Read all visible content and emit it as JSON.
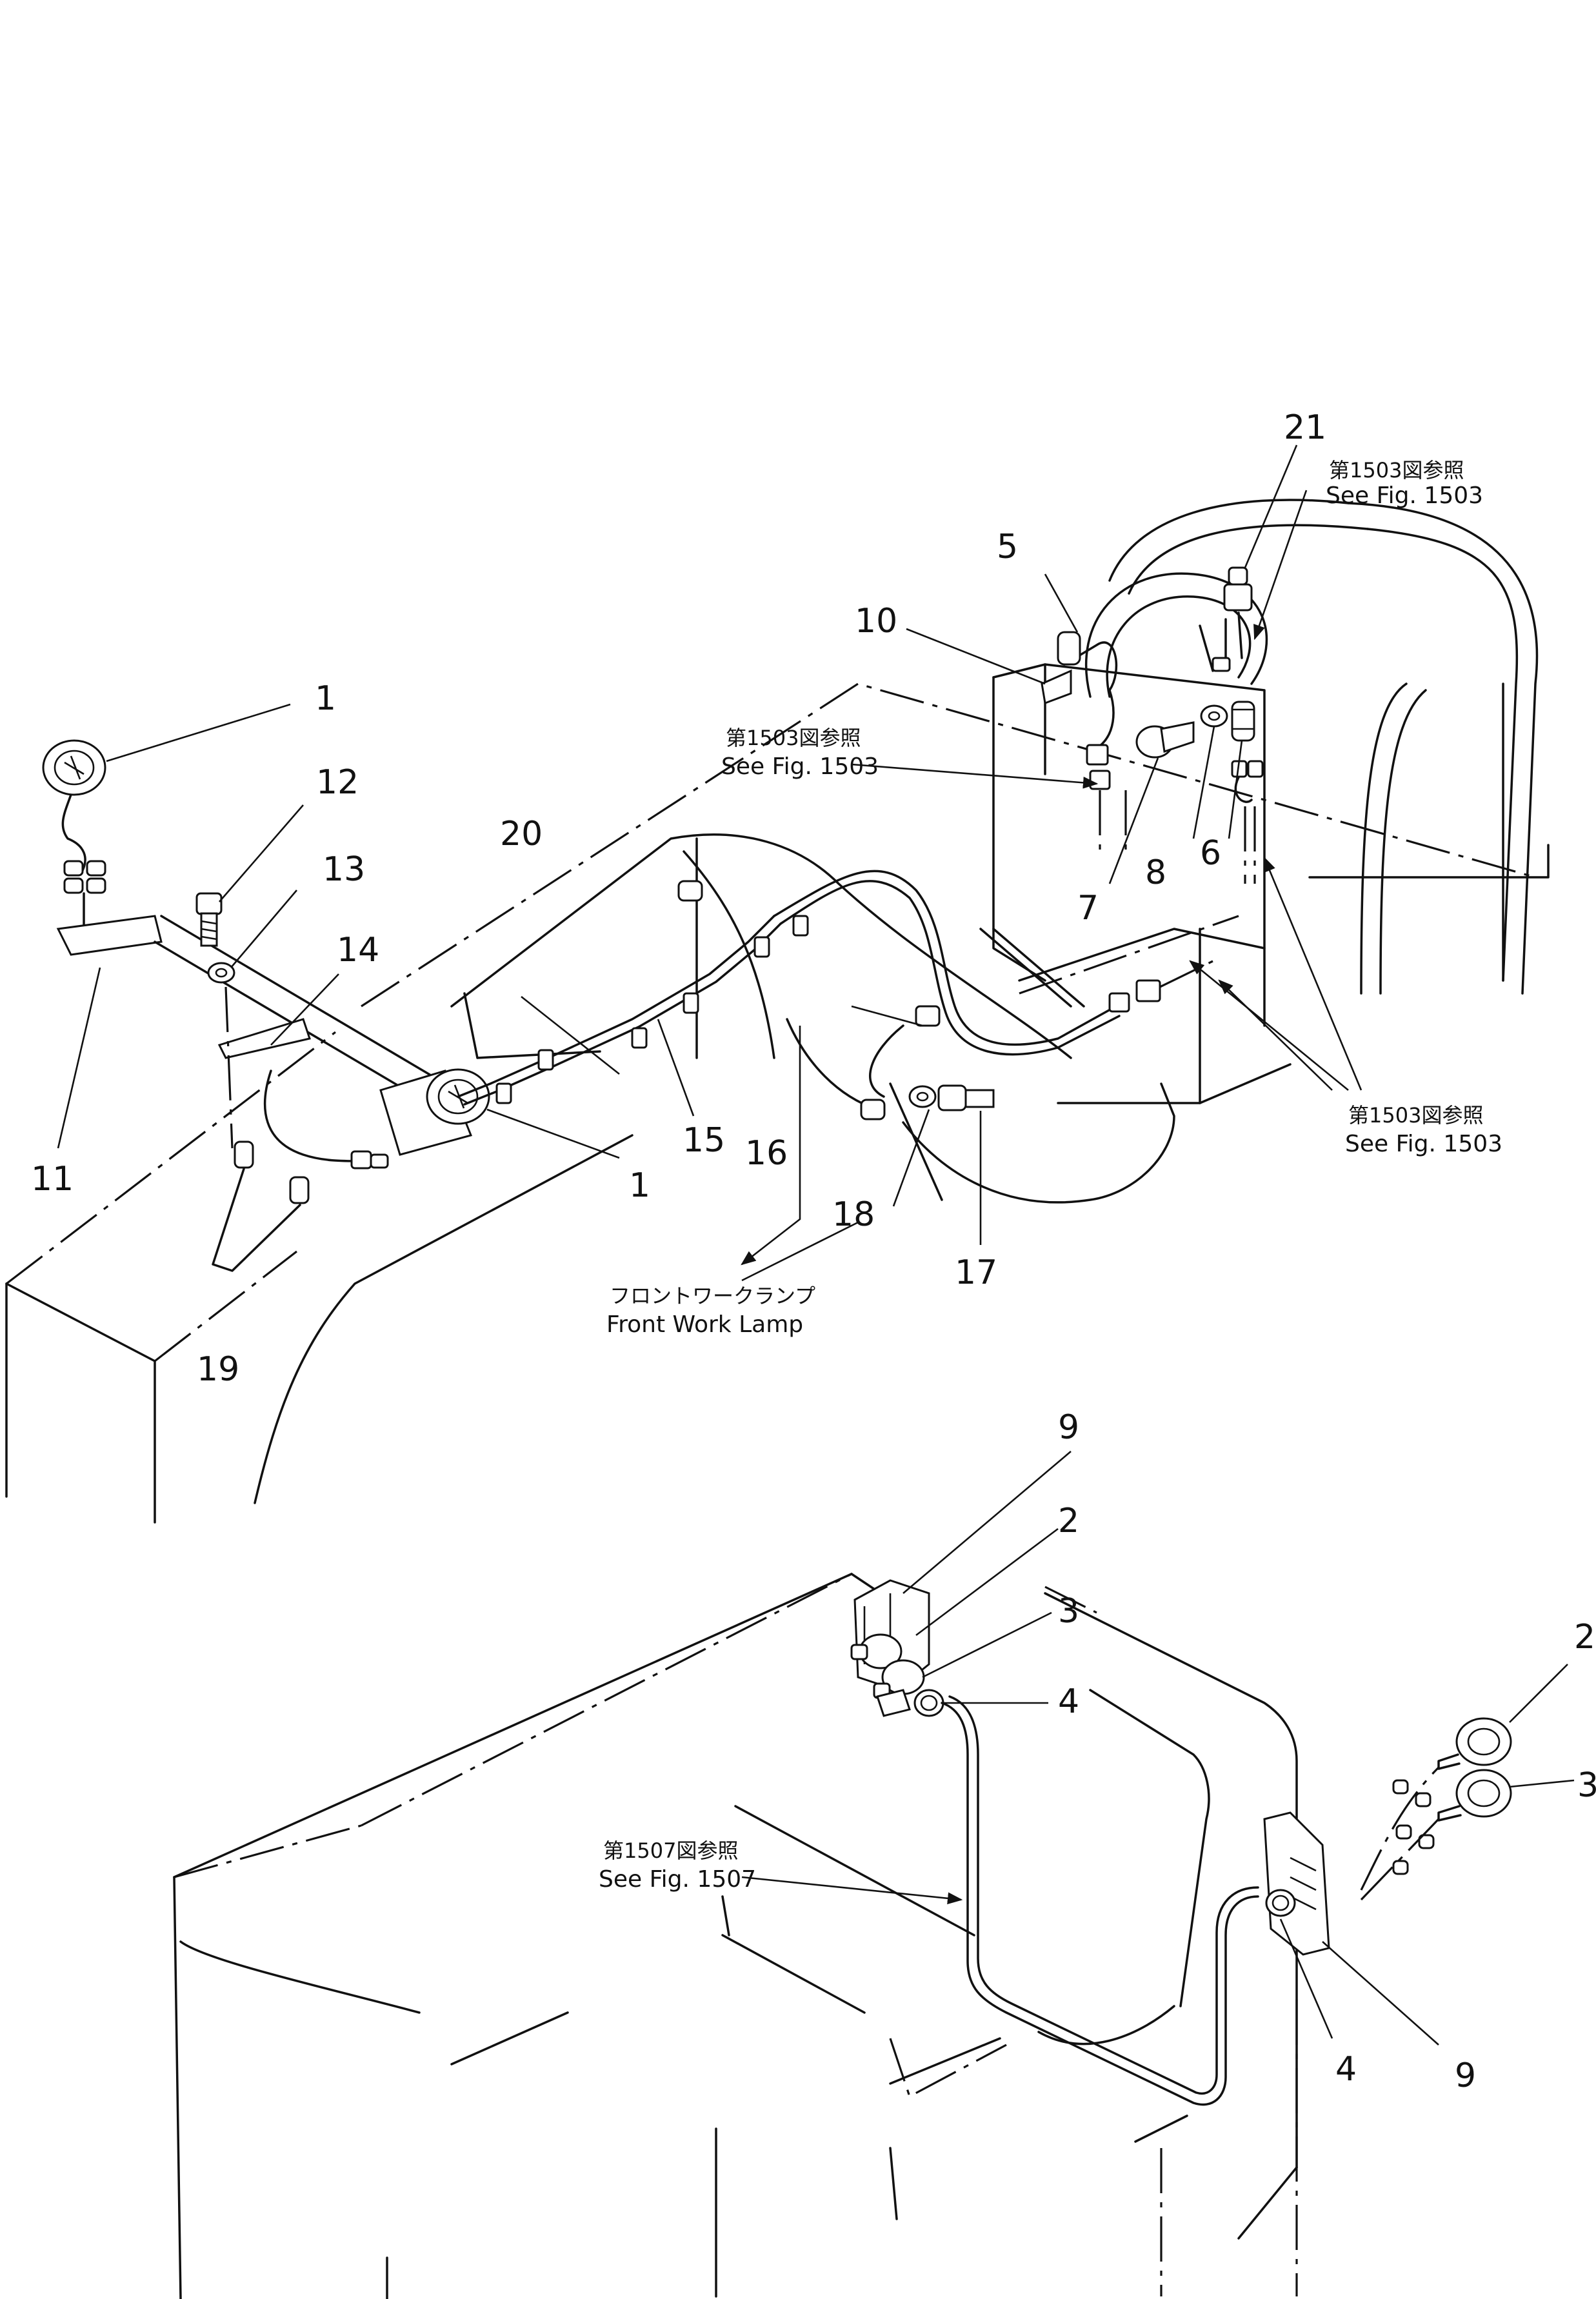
{
  "callouts": {
    "c1a": "1",
    "c1b": "1",
    "c2a": "2",
    "c2b": "2",
    "c3a": "3",
    "c3b": "3",
    "c4a": "4",
    "c4b": "4",
    "c5": "5",
    "c6": "6",
    "c7": "7",
    "c8": "8",
    "c9a": "9",
    "c9b": "9",
    "c10": "10",
    "c11": "11",
    "c12": "12",
    "c13": "13",
    "c14": "14",
    "c15": "15",
    "c16": "16",
    "c17": "17",
    "c18": "18",
    "c19": "19",
    "c20": "20",
    "c21": "21"
  },
  "refs": {
    "r1503a_jp": "第1503図参照",
    "r1503a_en": "See Fig. 1503",
    "r1503b_jp": "第1503図参照",
    "r1503b_en": "See Fig. 1503",
    "r1503c_jp": "第1503図参照",
    "r1503c_en": "See Fig. 1503",
    "r1507_jp": "第1507図参照",
    "r1507_en": "See Fig. 1507",
    "lamp_jp": "フロントワークランプ",
    "lamp_en": "Front Work Lamp"
  }
}
